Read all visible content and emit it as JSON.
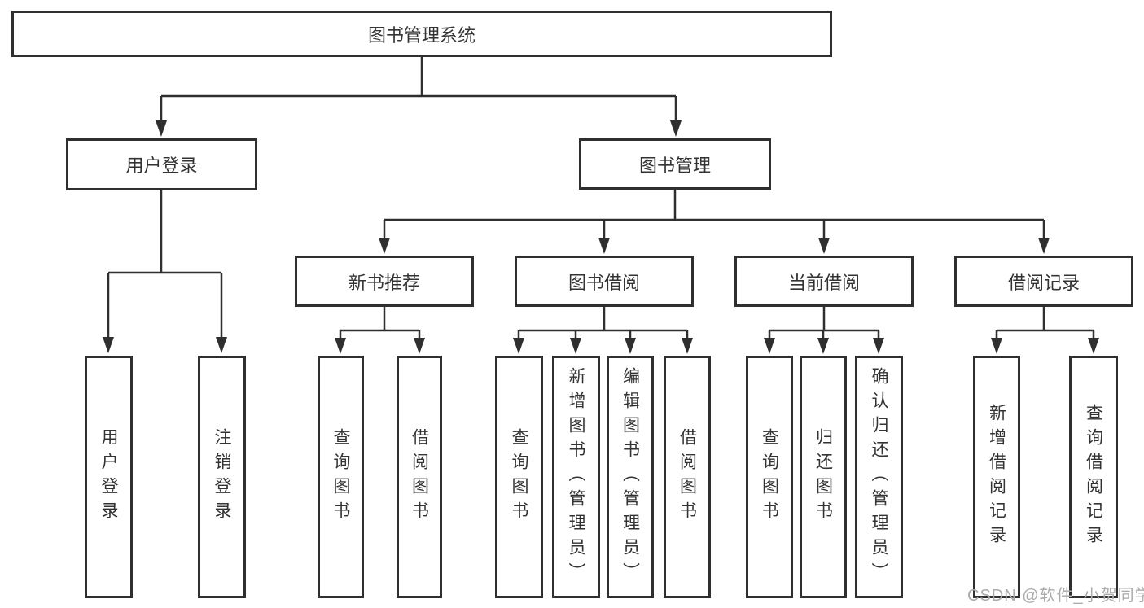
{
  "root": {
    "label": "图书管理系统"
  },
  "level2": {
    "user_login": {
      "label": "用户登录"
    },
    "book_mgmt": {
      "label": "图书管理"
    }
  },
  "level3": {
    "new_books": {
      "label": "新书推荐"
    },
    "book_borrow": {
      "label": "图书借阅"
    },
    "current_borrow": {
      "label": "当前借阅"
    },
    "borrow_record": {
      "label": "借阅记录"
    }
  },
  "leaves": {
    "user_login": [
      "用户登录",
      "注销登录"
    ],
    "new_books": [
      "查询图书",
      "借阅图书"
    ],
    "book_borrow": [
      "查询图书",
      "新增图书（管理员）",
      "编辑图书（管理员）",
      "借阅图书"
    ],
    "current_borrow": [
      "查询图书",
      "归还图书",
      "确认归还（管理员）"
    ],
    "borrow_record": [
      "新增借阅记录",
      "查询借阅记录"
    ]
  },
  "watermark": "CSDN @软件_小贺同学",
  "colors": {
    "line": "#2f2f2f",
    "box_border": "#2f2f2f",
    "box_fill": "#ffffff",
    "text": "#333333",
    "watermark": "#ababab",
    "background": "#ffffff"
  }
}
